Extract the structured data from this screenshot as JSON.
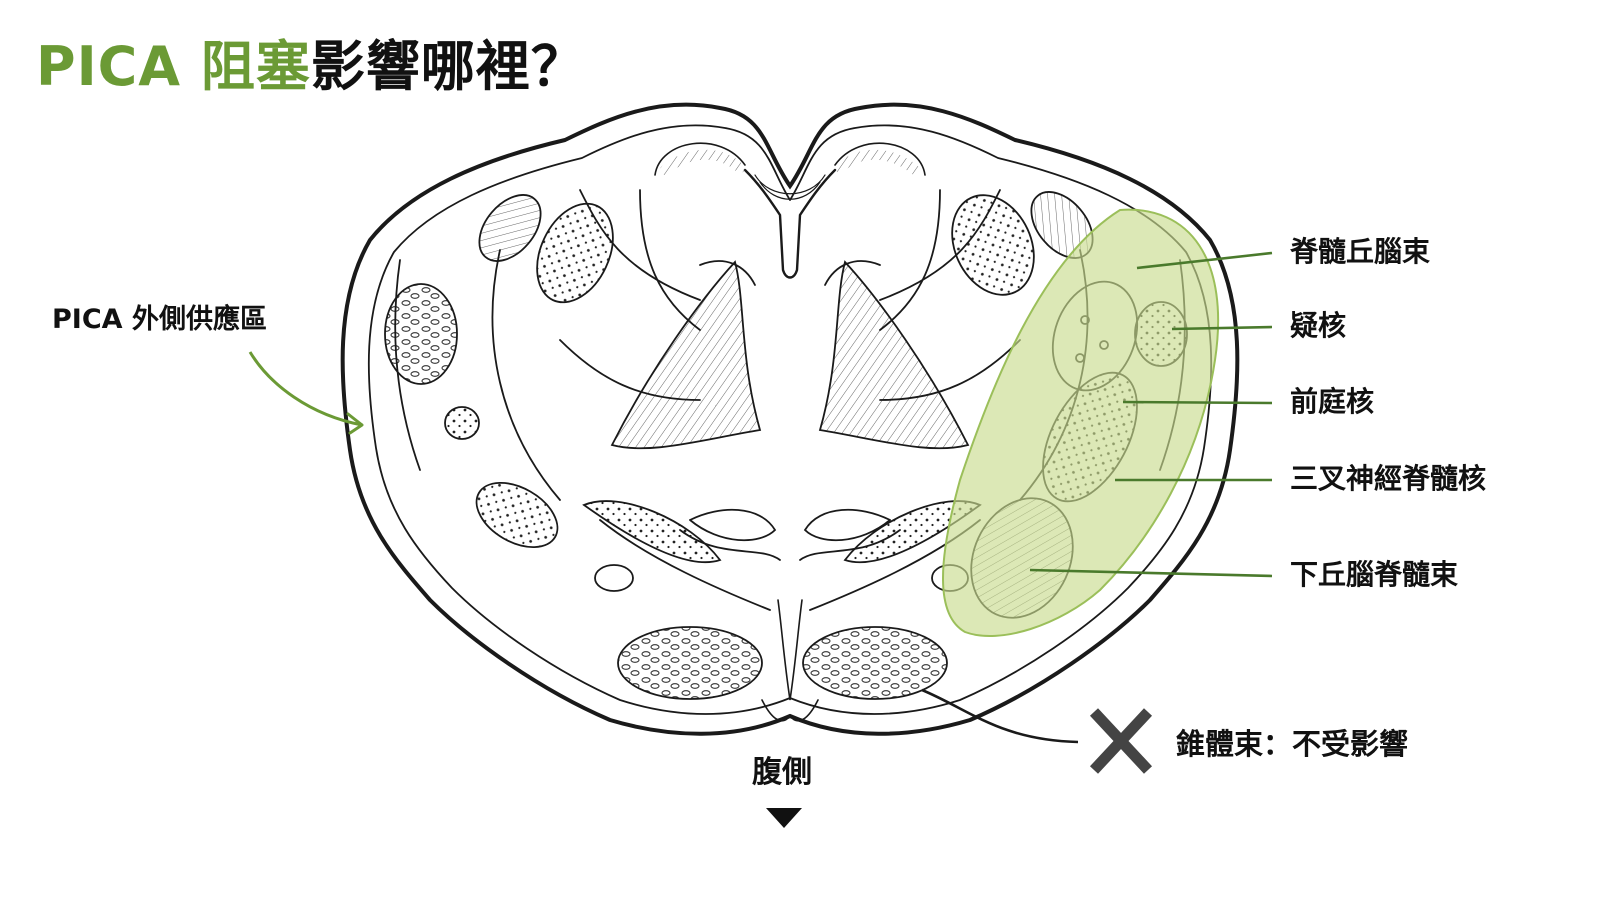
{
  "title": {
    "accent": "PICA 阻塞",
    "rest": "影響哪裡？"
  },
  "left_label": "PICA 外側供應區",
  "right_labels": [
    "脊髓丘腦束",
    "疑核",
    "前庭核",
    "三叉神經脊髓核",
    "下丘腦脊髓束"
  ],
  "unaffected_label": "錐體束：不受影響",
  "unaffected_icon": "x-mark-icon",
  "orientation_label": "腹側",
  "orientation_icon": "triangle-down-icon",
  "colors": {
    "accent": "#6b9a35",
    "highlight_fill": "#c9dc8f",
    "line": "#1a1a1a",
    "cross": "#444444"
  }
}
